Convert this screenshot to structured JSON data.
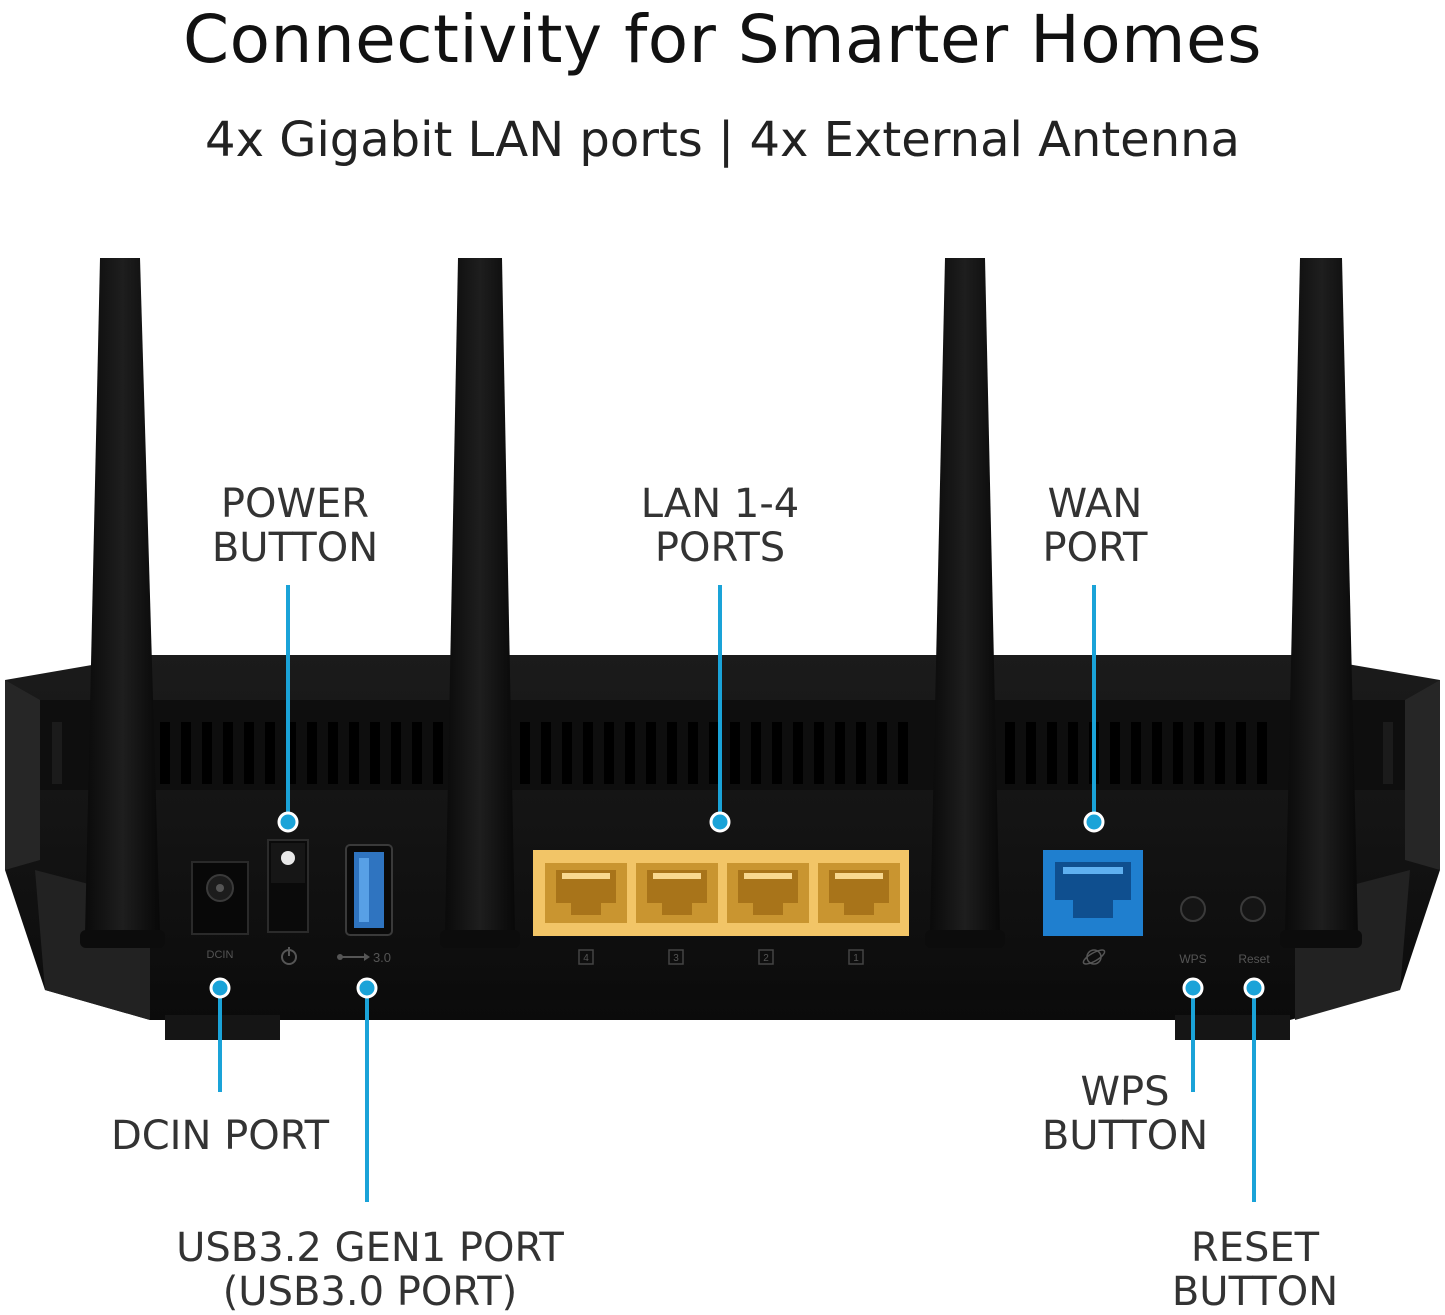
{
  "header": {
    "title": "Connectivity for Smarter Homes",
    "subtitle": "4x Gigabit LAN ports | 4x External Antenna"
  },
  "callouts": {
    "power": [
      "POWER",
      "BUTTON"
    ],
    "lan": [
      "LAN 1-4",
      "PORTS"
    ],
    "wan": [
      "WAN",
      "PORT"
    ],
    "dcin": [
      "DCIN PORT"
    ],
    "usb": [
      "USB3.2 GEN1 PORT",
      "(USB3.0 PORT)"
    ],
    "wps": [
      "WPS",
      "BUTTON"
    ],
    "reset": [
      "RESET",
      "BUTTON"
    ]
  },
  "router_labels": {
    "dcin": "DCIN",
    "usb": "3.0",
    "lan_numbers": [
      "4",
      "3",
      "2",
      "1"
    ],
    "wps": "WPS",
    "reset": "Reset"
  },
  "colors": {
    "accent": "#1aa3d8",
    "router_body": "#121212",
    "lan_ports": "#f0c060",
    "wan_port": "#1f7fcf",
    "usb_port": "#2f74c0"
  },
  "icons": [
    "power-icon",
    "usb-icon",
    "globe-icon"
  ]
}
